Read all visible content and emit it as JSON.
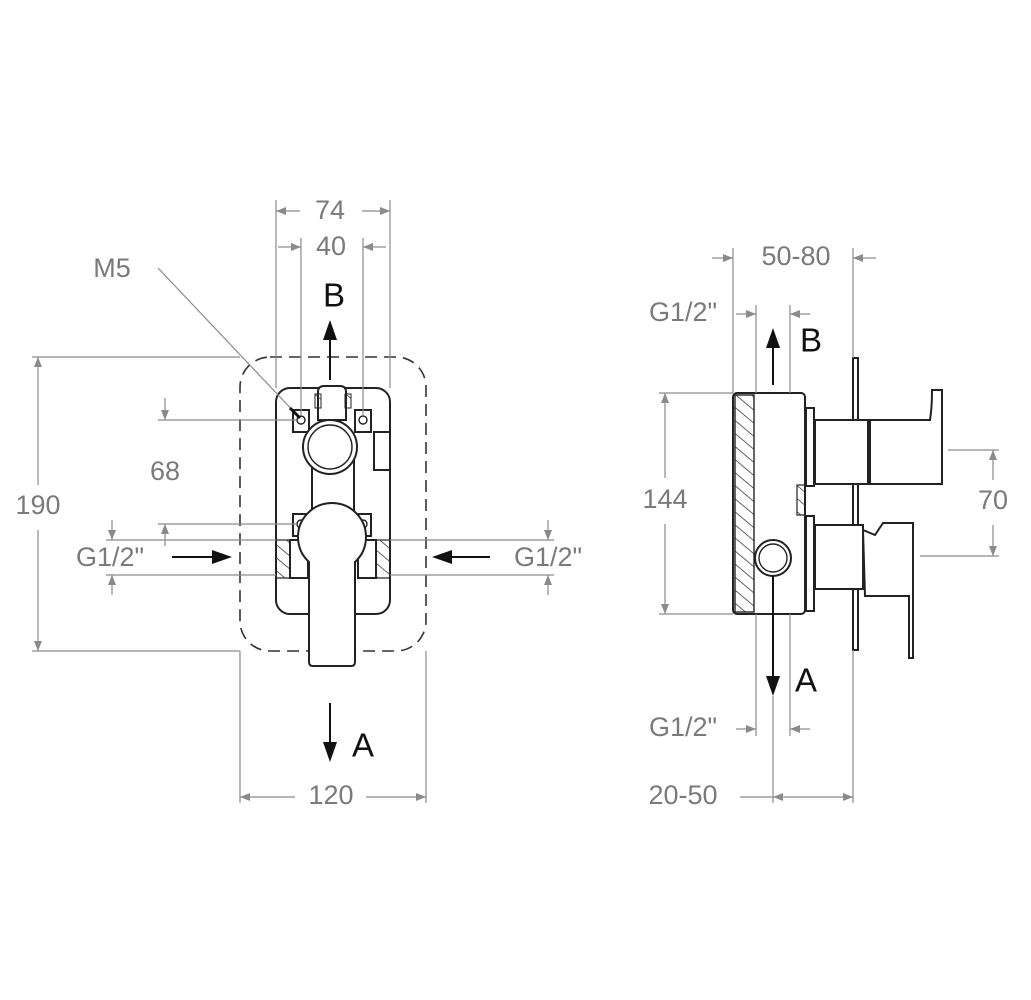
{
  "front_view": {
    "dim_overall_width": "74",
    "dim_hole_spacing": "40",
    "thread_label": "M5",
    "outlet_top": "B",
    "dim_height": "190",
    "dim_hole_vertical": "68",
    "inlet_left": "G1/2\"",
    "inlet_right": "G1/2\"",
    "dim_box_width": "120",
    "outlet_bottom": "A"
  },
  "side_view": {
    "dim_depth": "50-80",
    "outlet_top_thread": "G1/2\"",
    "outlet_top": "B",
    "dim_body_height": "144",
    "dim_handle_spacing": "70",
    "outlet_bottom": "A",
    "outlet_bottom_thread": "G1/2\"",
    "dim_offset": "20-50"
  },
  "colors": {
    "dimension": "#8a8a8a",
    "outline": "#222222"
  }
}
